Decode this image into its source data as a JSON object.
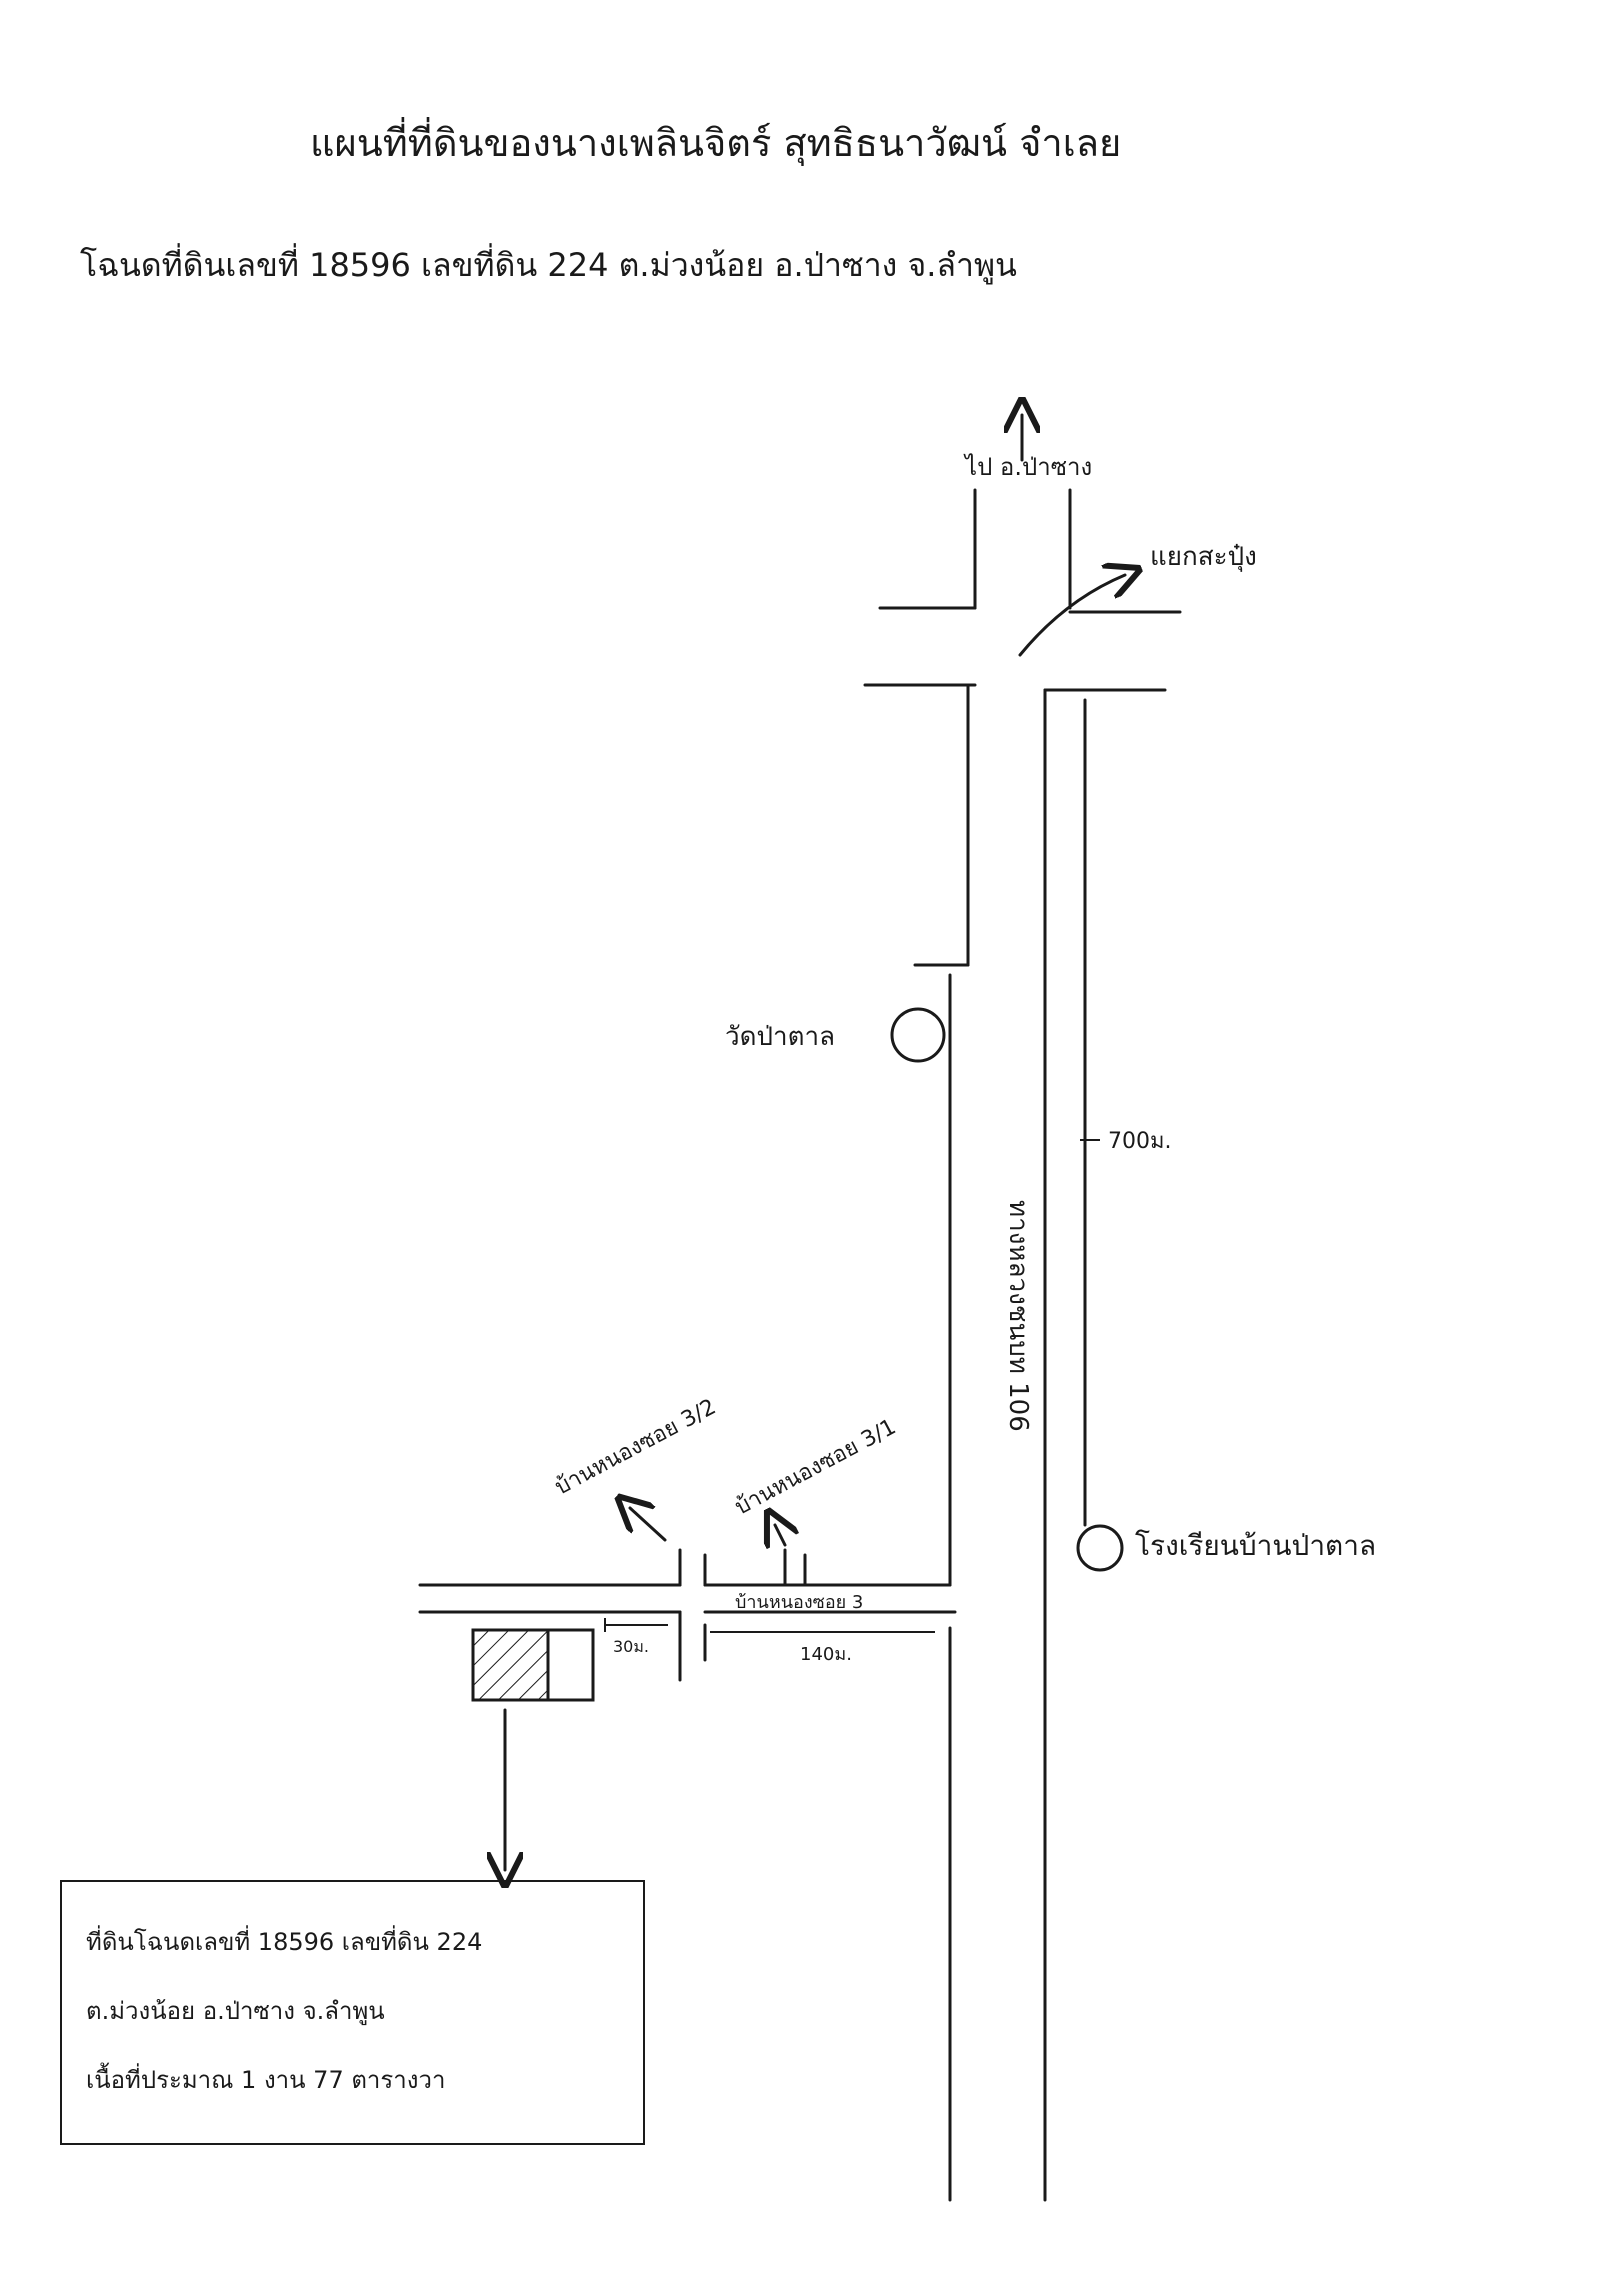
{
  "title": "แผนที่ที่ดินของนางเพลินจิตร์ สุทธิธนาวัฒน์ จำเลย",
  "subtitle": "โฉนดที่ดินเลขที่ 18596 เลขที่ดิน 224 ต.ม่วงน้อย อ.ป่าซาง จ.ลำพูน",
  "labels": {
    "to_pasang": "ไป อ.ป่าซาง",
    "junction": "แยกสะปุ๋ง",
    "wat": "วัดป่าตาล",
    "highway": "ทางหลวงชนบท 106",
    "distance_700": "700ม.",
    "school": "โรงเรียนบ้านป่าตาล",
    "soi_3_2": "บ้านหนองซอย 3/2",
    "soi_3_1": "บ้านหนองซอย 3/1",
    "soi_3": "บ้านหนองซอย 3",
    "distance_30": "30ม.",
    "distance_140": "140ม."
  },
  "info_box": {
    "line1": "ที่ดินโฉนดเลขที่ 18596 เลขที่ดิน 224",
    "line2": "ต.ม่วงน้อย อ.ป่าซาง จ.ลำพูน",
    "line3": "เนื้อที่ประมาณ 1 งาน 77 ตารางวา"
  }
}
